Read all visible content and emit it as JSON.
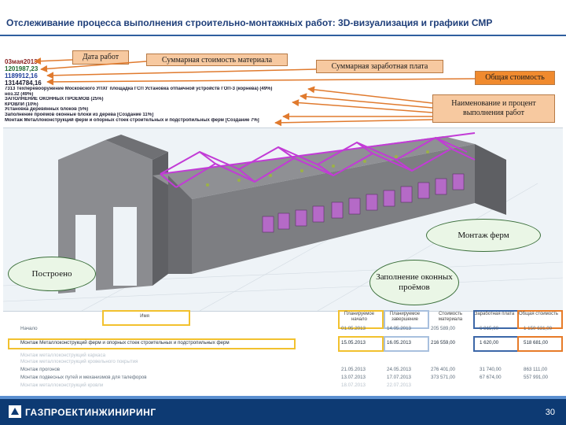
{
  "slide": {
    "title": "Отслеживание процесса выполнения строительно-монтажных работ: 3D-визуализация и графики СМР",
    "page_number": "30",
    "company": "ГАЗПРОЕКТИНЖИНИРИНГ"
  },
  "callouts": {
    "date": "Дата работ",
    "material": "Суммарная стоимость материала",
    "salary": "Суммарная заработная плата",
    "total": "Общая стоимость",
    "name": "Наименование и процент выполнения работ",
    "frames": "Монтаж ферм",
    "built": "Построено",
    "windows": "Заполнение оконных проёмов"
  },
  "legend": [
    "03мая2013",
    "1201987,23",
    "1189912,16",
    "13144784,16",
    "7313 Техперевооружение Московского УПХГ площадка ГСП Установка отпаечной устройств ГОП-3 (корнева) (49%)",
    "ноз.32 (49%)",
    "ЗАПОЛНЕНИЕ ОКОННЫХ ПРОЕМОВ (25%)",
    "КРОВЛИ (10%)",
    "Установка деревянных блоков (5%)",
    "Заполнение проёмов оконные блоки из дерева [Создание 11%]",
    "Монтаж Металлоконструкций ферм и опорных стоек строительных и подстропильных ферм [Создание 7%]"
  ],
  "table": {
    "headers": [
      "Имя",
      "Планируемое начало",
      "Планируемое завершение",
      "Стоимость материала",
      "Заработная плата",
      "Общая стоимость"
    ],
    "rows": [
      {
        "name": "Начало",
        "start": "01.05.2013",
        "end": "14.05.2013",
        "material": "205 589,00",
        "salary": "6 815,00",
        "total": "1 150 631,00"
      },
      {
        "name": "Монтаж Металлоконструкций ферм и опорных стоек строительных и подстропильных ферм",
        "start": "15.05.2013",
        "end": "16.05.2013",
        "material": "216 559,00",
        "salary": "1 620,00",
        "total": "518 681,00"
      },
      {
        "name": "Монтаж металлоконструкций каркаса",
        "start": "",
        "end": "",
        "material": "",
        "salary": "",
        "total": ""
      },
      {
        "name": "Монтаж металлоконструкций кровельного покрытия",
        "start": "",
        "end": "",
        "material": "",
        "salary": "",
        "total": ""
      },
      {
        "name": "Монтаж прогонов",
        "start": "21.05.2013",
        "end": "24.05.2013",
        "material": "276 401,00",
        "salary": "31 740,00",
        "total": "863 111,00"
      },
      {
        "name": "Монтаж подвесных путей и механизмов для талефоров",
        "start": "13.07.2013",
        "end": "17.07.2013",
        "material": "373 571,00",
        "salary": "67 674,00",
        "total": "557 991,00"
      },
      {
        "name": "Монтаж металлоконструкций кровли",
        "start": "18.07.2013",
        "end": "22.07.2013",
        "material": "",
        "salary": "",
        "total": ""
      }
    ]
  },
  "colors": {
    "title": "#1f3f7a",
    "footer": "#0d3a73",
    "callout": "#f7c9a0",
    "callout_accent": "#f08a2e",
    "frames": "#c23bd6",
    "building": "#7d7e82",
    "highlight_yellow": "#f2c12e",
    "highlight_blue": "#3c67a8",
    "highlight_orange": "#e77b28"
  }
}
